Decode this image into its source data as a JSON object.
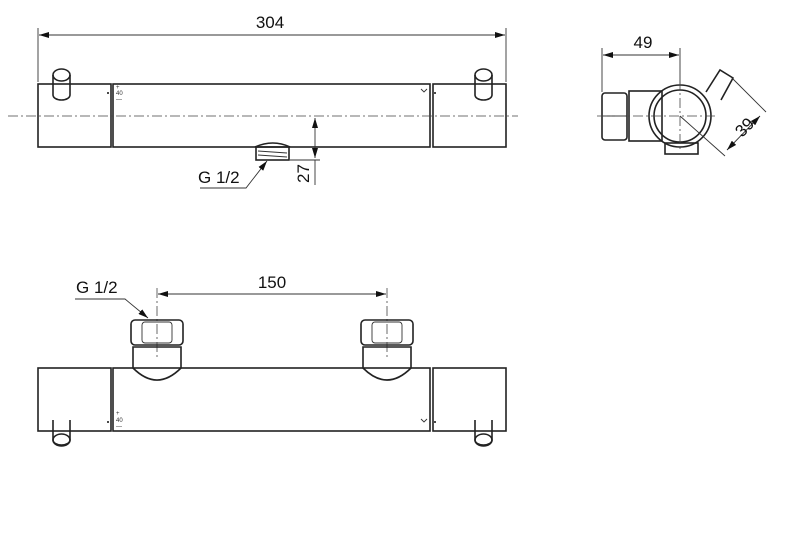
{
  "top_view": {
    "overall_length": "304",
    "outlet_height": "27",
    "outlet_thread": "G 1/2",
    "scale_plus": "+",
    "scale_value": "40",
    "scale_minus": "—"
  },
  "side_view": {
    "depth": "49",
    "diagonal": "39"
  },
  "bottom_view": {
    "inlet_spacing": "150",
    "inlet_thread": "G 1/2",
    "scale_plus": "+",
    "scale_value": "40",
    "scale_minus": "—"
  }
}
